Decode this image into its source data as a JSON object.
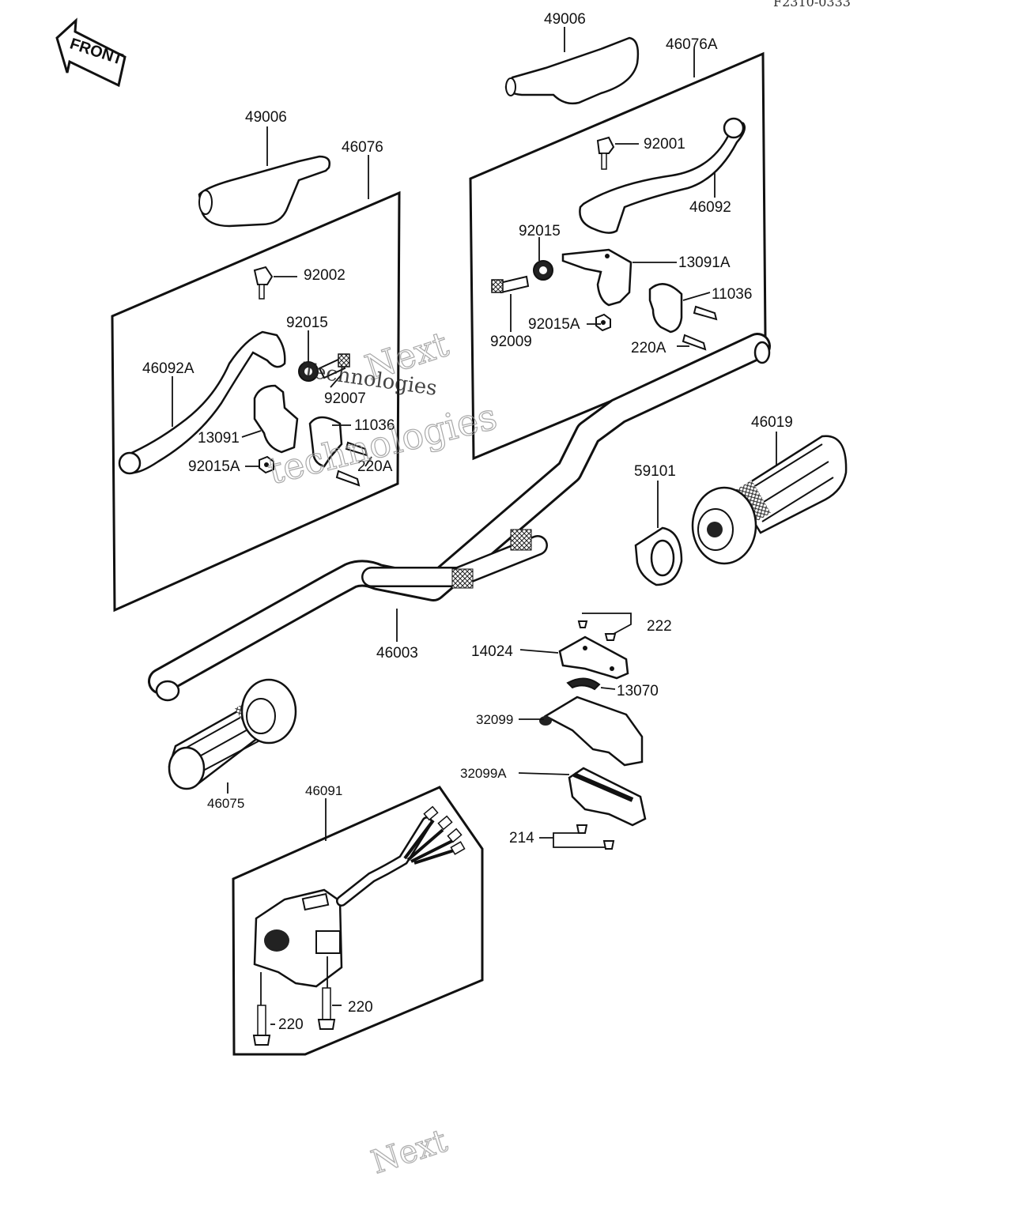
{
  "diagram": {
    "reference_code": "F2310-0333",
    "front_label": "FRONT",
    "watermark_lines": [
      "Next",
      "Technologies",
      "technologies"
    ],
    "bottom_watermark": "Next",
    "callouts": {
      "grip_cover_right": "49006",
      "lever_assy_right": "46076A",
      "bolt_92001": "92001",
      "lever_right": "46092",
      "adjuster_right": "92015",
      "holder_right": "13091A",
      "clamp_right": "11036",
      "nut_right": "92015A",
      "screw_right_adj": "92009",
      "screw_right": "220A",
      "grip_cover_left": "49006",
      "lever_assy_left": "46076",
      "bolt_92002": "92002",
      "adjuster_left": "92015",
      "lever_left": "46092A",
      "screw_left_adj": "92007",
      "holder_left": "13091",
      "clamp_left": "11036",
      "nut_left": "92015A",
      "screw_left": "220A",
      "handlebar": "46003",
      "grip_right": "46019",
      "guide_59101": "59101",
      "screw_222": "222",
      "cover_14024": "14024",
      "guide_13070": "13070",
      "housing_32099": "32099",
      "housing_32099A": "32099A",
      "screw_214": "214",
      "grip_left": "46075",
      "switch_46091": "46091",
      "screw_220_a": "220",
      "screw_220_b": "220"
    }
  }
}
